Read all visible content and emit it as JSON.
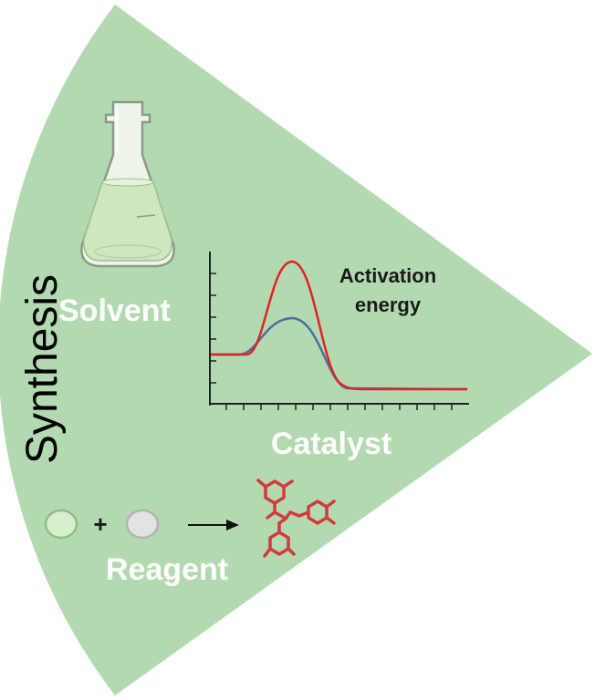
{
  "colors": {
    "sector_fill": "#b3d9b0",
    "flask_glass": "#eef4ea",
    "flask_liquid": "#cfe6bf",
    "curve_uncatalyzed": "#e02424",
    "curve_catalyzed": "#4a6fa5",
    "molecule": "#d23b3b",
    "reagent_a": "#d8efcf",
    "reagent_b": "#e3e3e3"
  },
  "labels": {
    "title": "Synthesis",
    "solvent": "Solvent",
    "catalyst": "Catalyst",
    "reagent": "Reagent",
    "activation_line1": "Activation",
    "activation_line2": "energy",
    "plus": "+"
  },
  "icons": [
    "erlenmeyer-flask-icon",
    "reaction-arrow-icon",
    "product-molecule-icon"
  ]
}
